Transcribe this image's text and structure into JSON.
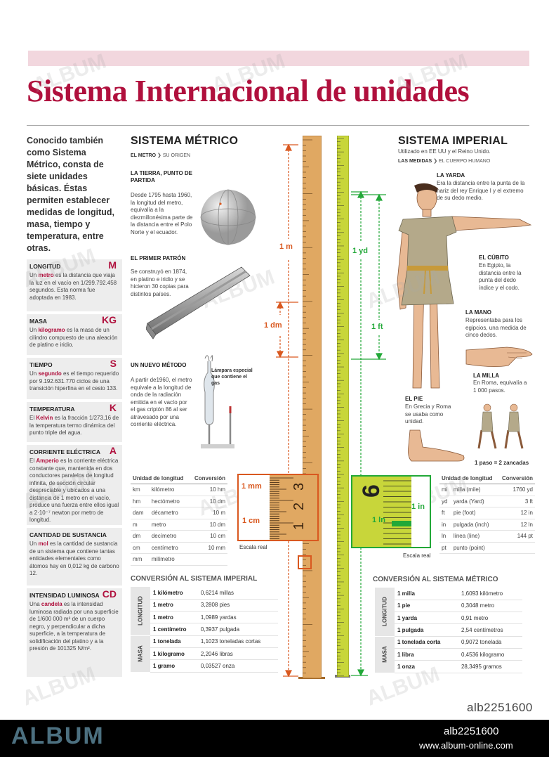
{
  "title": "Sistema Internacional de unidades",
  "intro": "Conocido también como Sistema Métrico, consta de siete unidades básicas. Éstas permiten establecer medidas de longitud, masa, tiempo y temperatura, entre otras.",
  "units": [
    {
      "name": "LONGITUD",
      "symbol": "m",
      "pre": "Un ",
      "term": "metro",
      "post": " es la distancia que viaja la luz en el vacío en 1/299.792.458 segundos. Esta norma fue adoptada en 1983."
    },
    {
      "name": "MASA",
      "symbol": "kg",
      "pre": "Un ",
      "term": "kilogramo",
      "post": " es la masa de un cilindro compuesto de una aleación de platino e iridio."
    },
    {
      "name": "TIEMPO",
      "symbol": "s",
      "pre": "Un ",
      "term": "segundo",
      "post": " es el tiempo requerido por 9.192.631.770 ciclos de una transición hiperfina en el cesio 133."
    },
    {
      "name": "TEMPERATURA",
      "symbol": "K",
      "pre": "El ",
      "term": "Kelvin",
      "post": " es la fracción 1/273,16 de la temperatura termo dinámica del punto triple del agua."
    },
    {
      "name": "CORRIENTE ELÉCTRICA",
      "symbol": "A",
      "pre": "El ",
      "term": "Amperio",
      "post": " es la corriente eléctrica constante que, mantenida en dos conductores paralelos de longitud infinita, de sección circular despreciable y ubicados a una distancia de 1 metro en el vacío, produce una fuerza entre ellos igual a 2·10⁻⁷ newton por metro de longitud."
    },
    {
      "name": "CANTIDAD DE SUSTANCIA",
      "symbol": "",
      "pre": "Un ",
      "term": "mol",
      "post": " es la cantidad de sustancia de un sistema que contiene tantas entidades elementales como átomos hay en 0,012 kg de carbono 12."
    },
    {
      "name": "INTENSIDAD LUMINOSA",
      "symbol": "cd",
      "pre": "Una ",
      "term": "candela",
      "post": " es la intensidad luminosa radiada por una superficie de 1/600 000 m² de un cuerpo negro, y perpendicular a dicha superficie, a la temperatura de solidificación del platino y a la presión de 101325 N/m²."
    }
  ],
  "metric": {
    "heading": "SISTEMA MÉTRICO",
    "sub_a": "EL METRO",
    "sub_b": "SU ORIGEN",
    "earth_head": "LA TIERRA, PUNTO DE PARTIDA",
    "earth_text": "Desde 1795 hasta 1960, la longitud del metro, equivalía a la diezmillonésima parte de la distancia entre el Polo Norte y el ecuador.",
    "pattern_head": "EL PRIMER PATRÓN",
    "pattern_text": "Se construyó en 1874, en platino e iridio y se hicieron 30 copias para distintos países.",
    "method_head": "UN NUEVO MÉTODO",
    "method_text": "A partir de1960, el metro equivale a la longitud de onda de la radiación emitida en el vacío por el gas criptón 86 al ser atravesado por una corriente eléctrica.",
    "lamp_label": "Lámpara especial que contiene el gas",
    "table_head": [
      "Unidad de longitud",
      "Conversión"
    ],
    "table": [
      [
        "km",
        "kilómetro",
        "10 hm"
      ],
      [
        "hm",
        "hectómetro",
        "10 dm"
      ],
      [
        "dam",
        "décametro",
        "10 m"
      ],
      [
        "m",
        "metro",
        "10 dm"
      ],
      [
        "dm",
        "decímetro",
        "10 cm"
      ],
      [
        "cm",
        "centímetro",
        "10 mm"
      ],
      [
        "mm",
        "milímetro",
        ""
      ]
    ],
    "conv_head": "CONVERSIÓN AL SISTEMA IMPERIAL",
    "conv_len_label": "LONGITUD",
    "conv_mass_label": "MASA",
    "conv_len": [
      [
        "1 kilómetro",
        "0,6214 millas"
      ],
      [
        "1 metro",
        "3,2808 pies"
      ],
      [
        "1 metro",
        "1,0989 yardas"
      ],
      [
        "1 centímetro",
        "0,3937 pulgada"
      ]
    ],
    "conv_mass": [
      [
        "1 tonelada",
        "1,1023 toneladas cortas"
      ],
      [
        "1 kilogramo",
        "2,2046 libras"
      ],
      [
        "1 gramo",
        "0,03527 onza"
      ]
    ],
    "lbl_1m": "1 m",
    "lbl_1dm": "1 dm",
    "lbl_1mm": "1 mm",
    "lbl_1cm": "1 cm",
    "lbl_scale": "Escala real",
    "zoom_digits": [
      "3",
      "2",
      "1"
    ]
  },
  "imperial": {
    "heading": "SISTEMA IMPERIAL",
    "usage": "Utilizado en EE UU y el Reino Unido.",
    "sub_a": "LAS MEDIDAS",
    "sub_b": "EL CUERPO HUMANO",
    "yard_head": "LA YARDA",
    "yard_text": "Era la distancia entre la punta de la nariz del rey Enrique I y el extremo de su dedo medio.",
    "cubit_head": "EL CÚBITO",
    "cubit_text": "En Egipto, la distancia entre la punta del dedo índice y el codo.",
    "hand_head": "LA MANO",
    "hand_text": "Representaba para los egipcios, una medida de cinco dedos.",
    "mile_head": "LA MILLA",
    "mile_text": "En Roma, equivalía a 1 000 pasos.",
    "foot_head": "EL PIE",
    "foot_text": "En Grecia y Roma se usaba como unidad.",
    "step_note": "1 paso = 2 zancadas",
    "table_head": [
      "Unidad de longitud",
      "Conversión"
    ],
    "table": [
      [
        "mi",
        "milla (mile)",
        "1760 yd"
      ],
      [
        "yd",
        "yarda (Yard)",
        "3 ft"
      ],
      [
        "ft",
        "pie (foot)",
        "12 in"
      ],
      [
        "in",
        "pulgada (inch)",
        "12 ln"
      ],
      [
        "ln",
        "línea (line)",
        "144 pt"
      ],
      [
        "pt",
        "punto (point)",
        ""
      ]
    ],
    "conv_head": "CONVERSIÓN AL SISTEMA MÉTRICO",
    "conv_len_label": "LONGITUD",
    "conv_mass_label": "MASA",
    "conv_len": [
      [
        "1 milla",
        "1,6093 kilómetro"
      ],
      [
        "1 pie",
        "0,3048 metro"
      ],
      [
        "1 yarda",
        "0,91 metro"
      ],
      [
        "1 pulgada",
        "2,54 centímetros"
      ]
    ],
    "conv_mass": [
      [
        "1 tonelada corta",
        "0,9072 tonelada"
      ],
      [
        "1 libra",
        "0,4536 kilogramo"
      ],
      [
        "1 onza",
        "28,3495 gramos"
      ]
    ],
    "lbl_1yd": "1 yd",
    "lbl_1ft": "1 ft",
    "lbl_1in": "1 in",
    "lbl_1ln": "1 ln",
    "lbl_scale": "Escala real",
    "zoom_digit": "6"
  },
  "footer": {
    "logo": "ALBUM",
    "code": "alb2251600",
    "url": "www.album-online.com",
    "id_tag": "alb2251600"
  },
  "watermark": "ALBUM",
  "colors": {
    "title": "#b0103d",
    "metric_arrows": "#d9581f",
    "imperial_arrows": "#22a838",
    "ruler": "#e0a862",
    "tape": "#c8d63a"
  }
}
